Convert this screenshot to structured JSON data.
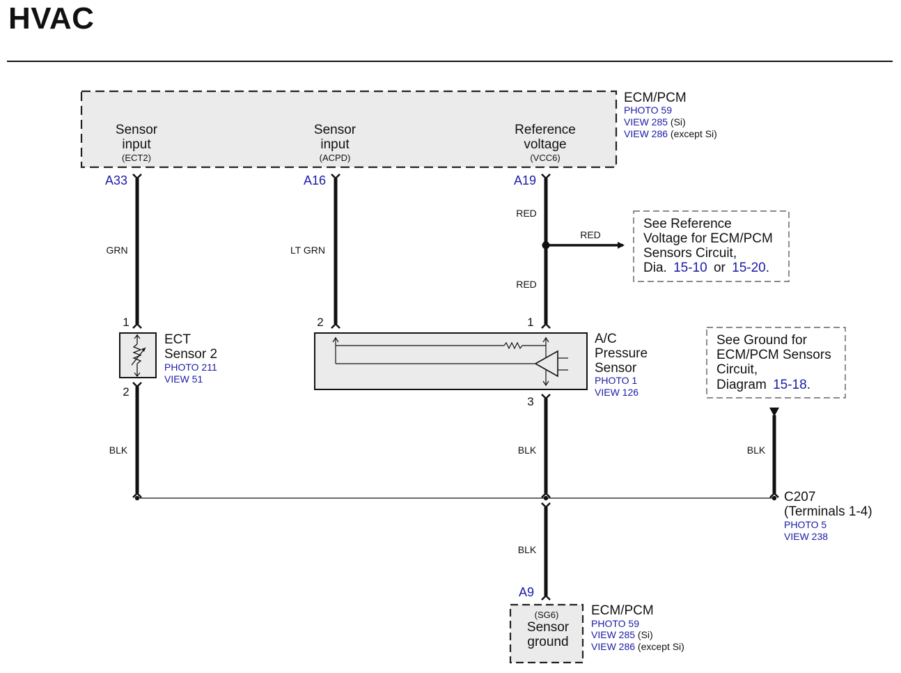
{
  "page": {
    "title": "HVAC"
  },
  "colors": {
    "link": "#1a1aa6",
    "ink": "#111111",
    "box_fill": "#ebebeb"
  },
  "ecm_top": {
    "name": "ECM/PCM",
    "refs": [
      {
        "link": "PHOTO 59",
        "note": ""
      },
      {
        "link": "VIEW 285",
        "note": "(Si)"
      },
      {
        "link": "VIEW 286",
        "note": "(except Si)"
      }
    ],
    "ports": [
      {
        "line1": "Sensor",
        "line2": "input",
        "signal": "(ECT2)",
        "connector": "A33",
        "wire": "GRN"
      },
      {
        "line1": "Sensor",
        "line2": "input",
        "signal": "(ACPD)",
        "connector": "A16",
        "wire": "LT GRN"
      },
      {
        "line1": "Reference",
        "line2": "voltage",
        "signal": "(VCC6)",
        "connector": "A19",
        "wire_upper": "RED",
        "wire_lower": "RED"
      }
    ]
  },
  "branch_wire": "RED",
  "note_reference": {
    "lines": [
      "See Reference",
      "Voltage for ECM/PCM",
      "Sensors Circuit,"
    ],
    "prefix": "Dia.",
    "link1": "15-10",
    "mid": "or",
    "link2": "15-20",
    "suffix": "."
  },
  "ect_sensor": {
    "line1": "ECT",
    "line2": "Sensor 2",
    "photo": "PHOTO 211",
    "view": "VIEW 51",
    "pin_top": "1",
    "pin_bottom": "2",
    "wire_bottom": "BLK"
  },
  "ac_sensor": {
    "line1": "A/C",
    "line2": "Pressure",
    "line3": "Sensor",
    "photo": "PHOTO 1",
    "view": "VIEW 126",
    "pin_left": "2",
    "pin_right": "1",
    "pin_bottom": "3",
    "wire_bottom": "BLK"
  },
  "note_ground": {
    "lines": [
      "See Ground for",
      "ECM/PCM Sensors",
      "Circuit,"
    ],
    "prefix": "Diagram",
    "link": "15-18",
    "suffix": ".",
    "wire": "BLK"
  },
  "c207": {
    "name": "C207",
    "terminals": "(Terminals 1-4)",
    "photo": "PHOTO 5",
    "view": "VIEW 238"
  },
  "ground_wire": "BLK",
  "ecm_bottom": {
    "connector": "A9",
    "signal": "(SG6)",
    "line1": "Sensor",
    "line2": "ground",
    "name": "ECM/PCM",
    "refs": [
      {
        "link": "PHOTO 59",
        "note": ""
      },
      {
        "link": "VIEW 285",
        "note": "(Si)"
      },
      {
        "link": "VIEW 286",
        "note": "(except Si)"
      }
    ]
  }
}
